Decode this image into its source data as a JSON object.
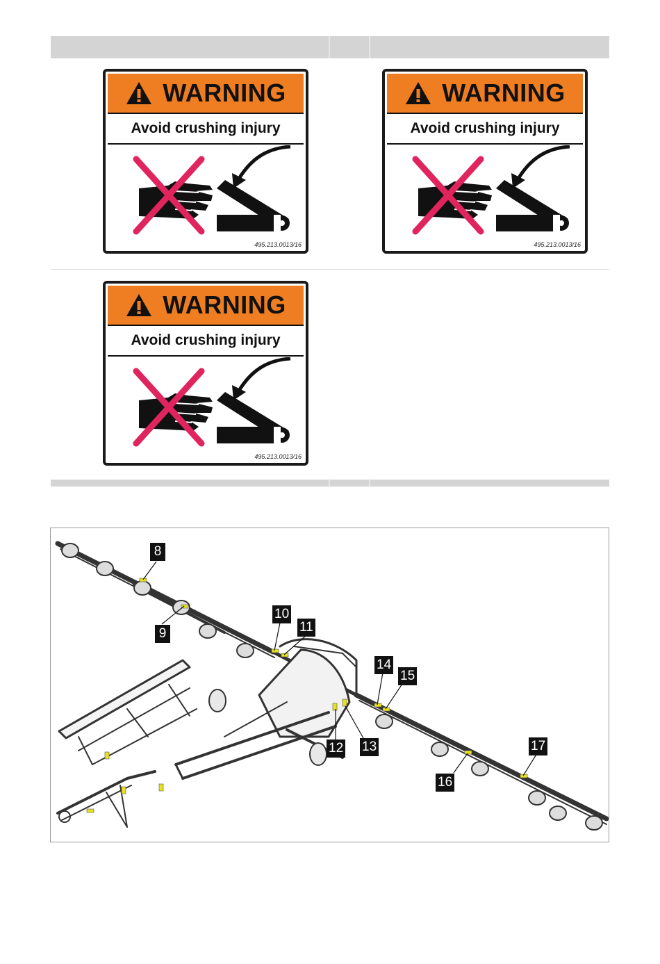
{
  "decals": [
    {
      "title": "WARNING",
      "message": "Avoid crushing injury",
      "code": "495.213.0013/16"
    },
    {
      "title": "WARNING",
      "message": "Avoid crushing injury",
      "code": "495.213.0013/16"
    },
    {
      "title": "WARNING",
      "message": "Avoid crushing injury",
      "code": "495.213.0013/16"
    }
  ],
  "colors": {
    "warning_orange": "#ef7d22",
    "prohibition_red": "#e0245e",
    "marker_yellow": "#e7e21d"
  },
  "icons": [
    "warning-triangle-icon",
    "hand-icon",
    "prohibition-cross-icon",
    "pinch-point-icon",
    "curved-arrow-icon"
  ],
  "figure": {
    "callouts": [
      "8",
      "9",
      "10",
      "11",
      "12",
      "13",
      "14",
      "15",
      "16",
      "17"
    ]
  }
}
